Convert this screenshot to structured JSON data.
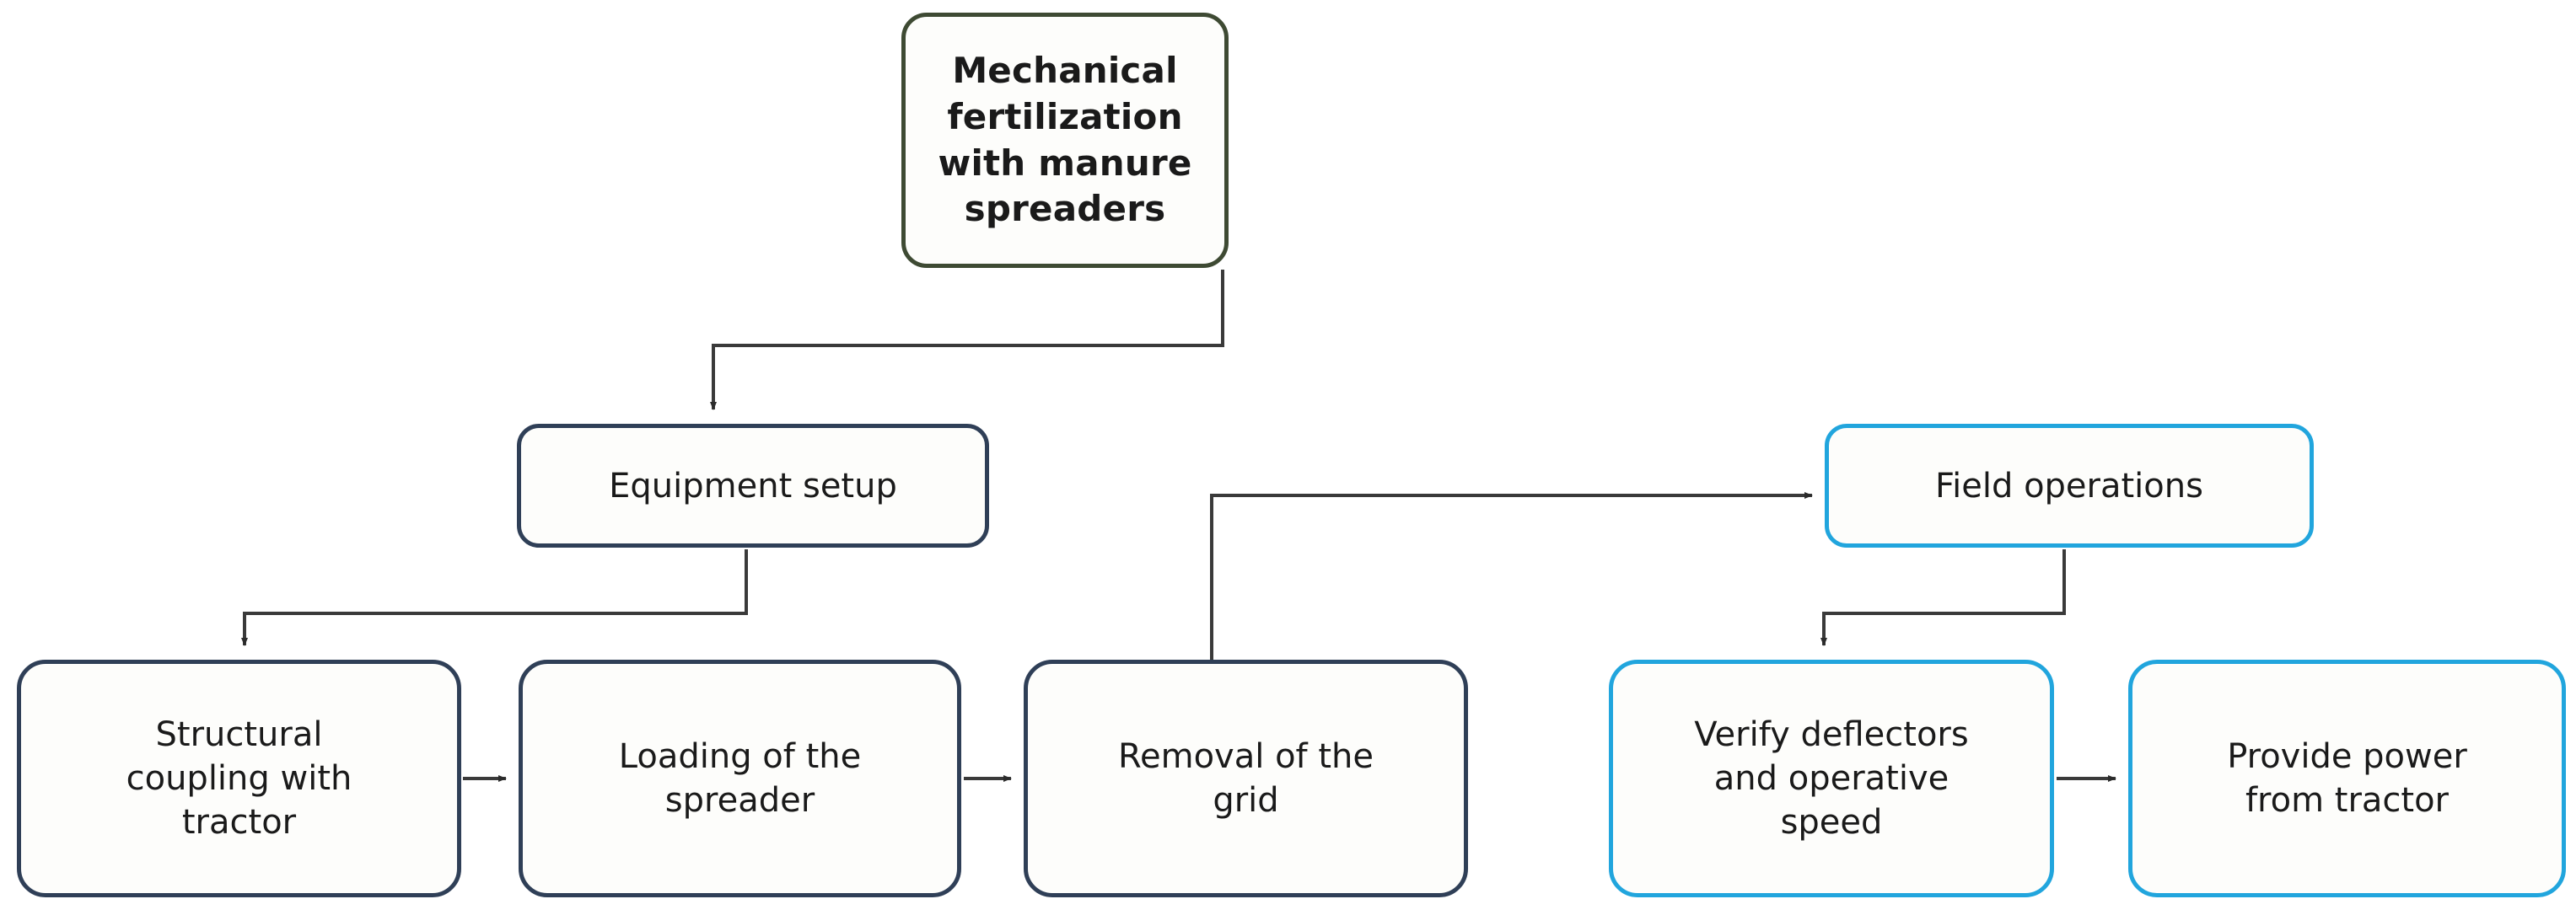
{
  "diagram": {
    "title": "Mechanical fertilization with manure spreaders flowchart",
    "colors": {
      "root_border": "#3e4a33",
      "navy_border": "#2f3f57",
      "cyan_border": "#21a5dd",
      "connector": "#3a3a3a",
      "node_fill": "#fdfdfb",
      "text": "#1a1a1a",
      "background": "#ffffff"
    },
    "nodes": [
      {
        "id": "root",
        "label": "Mechanical fertilization\nwith manure spreaders",
        "group": "root"
      },
      {
        "id": "equipment-setup",
        "label": "Equipment setup",
        "group": "navy"
      },
      {
        "id": "field-operations",
        "label": "Field operations",
        "group": "cyan"
      },
      {
        "id": "structural-coupling",
        "label": "Structural\ncoupling with\ntractor",
        "group": "navy"
      },
      {
        "id": "loading-spreader",
        "label": "Loading of the\nspreader",
        "group": "navy"
      },
      {
        "id": "removal-grid",
        "label": "Removal of the\ngrid",
        "group": "navy"
      },
      {
        "id": "verify-deflectors",
        "label": "Verify deflectors\nand operative\nspeed",
        "group": "cyan"
      },
      {
        "id": "provide-power",
        "label": "Provide power\nfrom tractor",
        "group": "cyan"
      }
    ],
    "edges": [
      {
        "from": "root",
        "to": "equipment-setup",
        "style": "elbow",
        "arrow": true
      },
      {
        "from": "equipment-setup",
        "to": "structural-coupling",
        "style": "elbow",
        "arrow": true
      },
      {
        "from": "structural-coupling",
        "to": "loading-spreader",
        "style": "straight",
        "arrow": true
      },
      {
        "from": "loading-spreader",
        "to": "removal-grid",
        "style": "straight",
        "arrow": true
      },
      {
        "from": "removal-grid",
        "to": "field-operations",
        "style": "elbow",
        "arrow": true
      },
      {
        "from": "field-operations",
        "to": "verify-deflectors",
        "style": "elbow",
        "arrow": true
      },
      {
        "from": "verify-deflectors",
        "to": "provide-power",
        "style": "straight",
        "arrow": true
      }
    ]
  }
}
